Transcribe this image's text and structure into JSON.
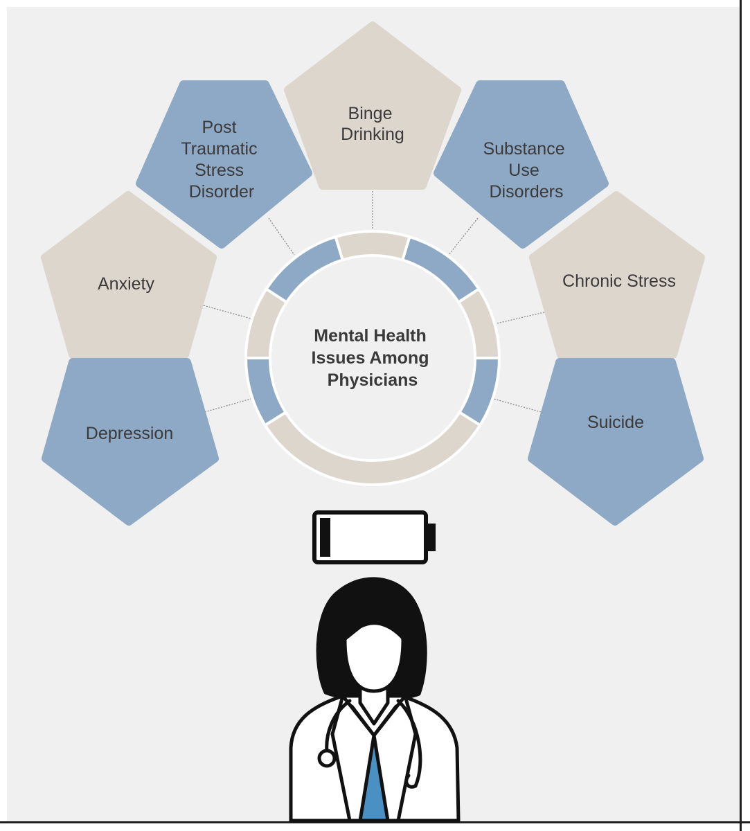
{
  "title_lines": [
    "Mental Health",
    "Issues Among",
    "Physicians"
  ],
  "colors": {
    "background": "#f0f0f0",
    "blue": "#8ea9c5",
    "beige": "#dcd6cd",
    "connector": "#8a8a8a",
    "outline": "#111111",
    "scrubs": "#4a90c2",
    "coat": "#ffffff"
  },
  "nodes": [
    {
      "id": "binge-drinking",
      "lines": [
        "Binge",
        "Drinking"
      ],
      "color": "beige",
      "icon": "pentagon"
    },
    {
      "id": "ptsd",
      "lines": [
        "Post",
        "Traumatic",
        "Stress",
        "Disorder"
      ],
      "color": "blue",
      "icon": "pentagon"
    },
    {
      "id": "substance-use",
      "lines": [
        "Substance",
        "Use",
        "Disorders"
      ],
      "color": "blue",
      "icon": "pentagon"
    },
    {
      "id": "anxiety",
      "lines": [
        "Anxiety"
      ],
      "color": "beige",
      "icon": "pentagon"
    },
    {
      "id": "chronic-stress",
      "lines": [
        "Chronic Stress"
      ],
      "color": "beige",
      "icon": "pentagon"
    },
    {
      "id": "depression",
      "lines": [
        "Depression"
      ],
      "color": "blue",
      "icon": "pentagon"
    },
    {
      "id": "suicide",
      "lines": [
        "Suicide"
      ],
      "color": "blue",
      "icon": "pentagon"
    }
  ],
  "battery": {
    "icon": "battery-low-icon",
    "level": 0.1
  },
  "figure": {
    "icon": "female-doctor-icon"
  }
}
